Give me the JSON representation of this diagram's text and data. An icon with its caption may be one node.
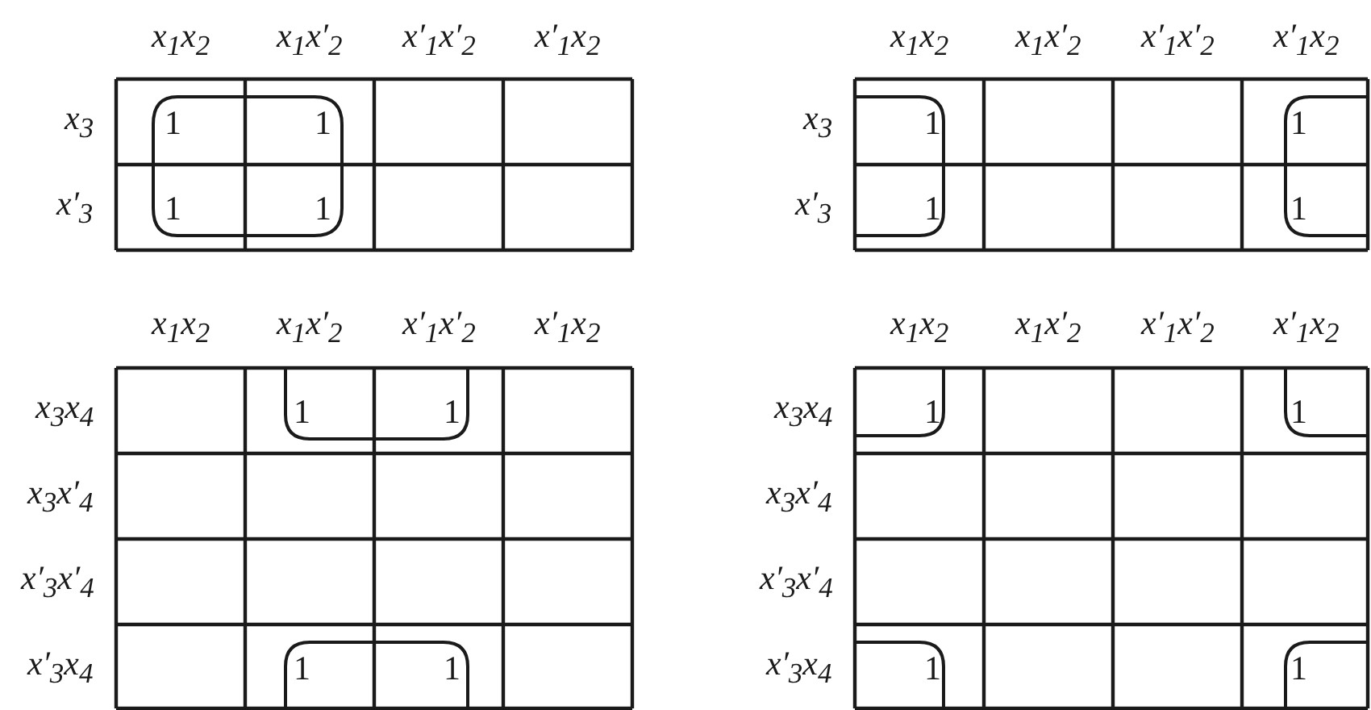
{
  "diagram": {
    "labels": [
      "x$_{1}$x$_{2}$",
      "x$_{1}$x′$_{2}$",
      "x′$_{1}$x′$_{2}$",
      "x′$_{1}$x$_{2}$",
      "x$_{3}$",
      "1",
      "1",
      "x′$_{3}$",
      "1",
      "1",
      "x$_{1}$x$_{2}$",
      "x$_{1}$x′$_{2}$",
      "x′$_{1}$x′$_{2}$",
      "x′$_{1}$x$_{2}$",
      "x$_{3}$",
      "1",
      "1",
      "x′$_{3}$",
      "1",
      "1",
      "x$_{1}$x$_{2}$",
      "x$_{1}$x′$_{2}$",
      "x′$_{1}$x′$_{2}$",
      "x′$_{1}$x$_{2}$",
      "x$_{3}$x$_{4}$",
      "1",
      "1",
      "x$_{3}$x′$_{4}$",
      "x′$_{3}$x′$_{4}$",
      "x′$_{3}$x$_{4}$",
      "1",
      "1",
      "x$_{1}$x$_{2}$",
      "x$_{1}$x′$_{2}$",
      "x′$_{1}$x′$_{2}$",
      "x′$_{1}$x$_{2}$",
      "x$_{3}$x$_{4}$",
      "1",
      "1",
      "x$_{3}$x′$_{4}$",
      "x′$_{3}$x′$_{4}$",
      "x′$_{3}$x$_{4}$",
      "1",
      "1"
    ]
  }
}
